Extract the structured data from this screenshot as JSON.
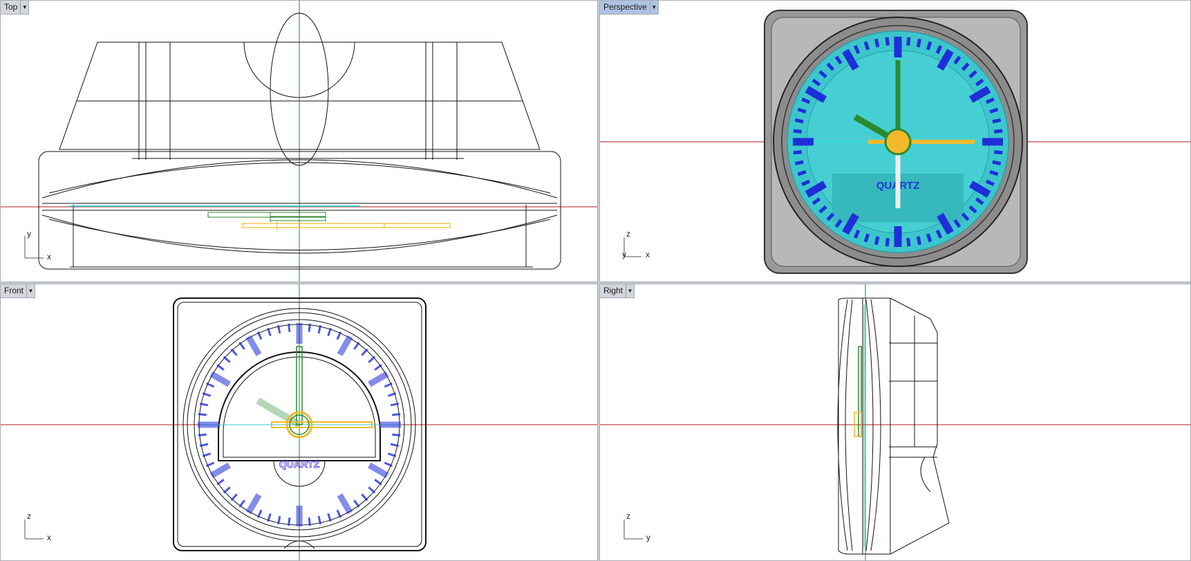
{
  "viewports": {
    "top": {
      "label": "Top",
      "axes": [
        "y",
        "x"
      ]
    },
    "perspective": {
      "label": "Perspective",
      "axes": [
        "z",
        "y",
        "x"
      ]
    },
    "front": {
      "label": "Front",
      "axes": [
        "z",
        "x"
      ]
    },
    "right": {
      "label": "Right",
      "axes": [
        "z",
        "y"
      ]
    }
  },
  "dial_text": "QUARTZ",
  "dropdown_icon": "triangle-down-icon",
  "colors": {
    "active_label": "#aec3e4",
    "dial_face": "#3cc6cc",
    "markers": "#1e2fd9",
    "hands": "#2b8a2e",
    "second_hand": "#f2b92a",
    "x_axis": "#b01818",
    "y_axis": "#1a8a1a"
  }
}
